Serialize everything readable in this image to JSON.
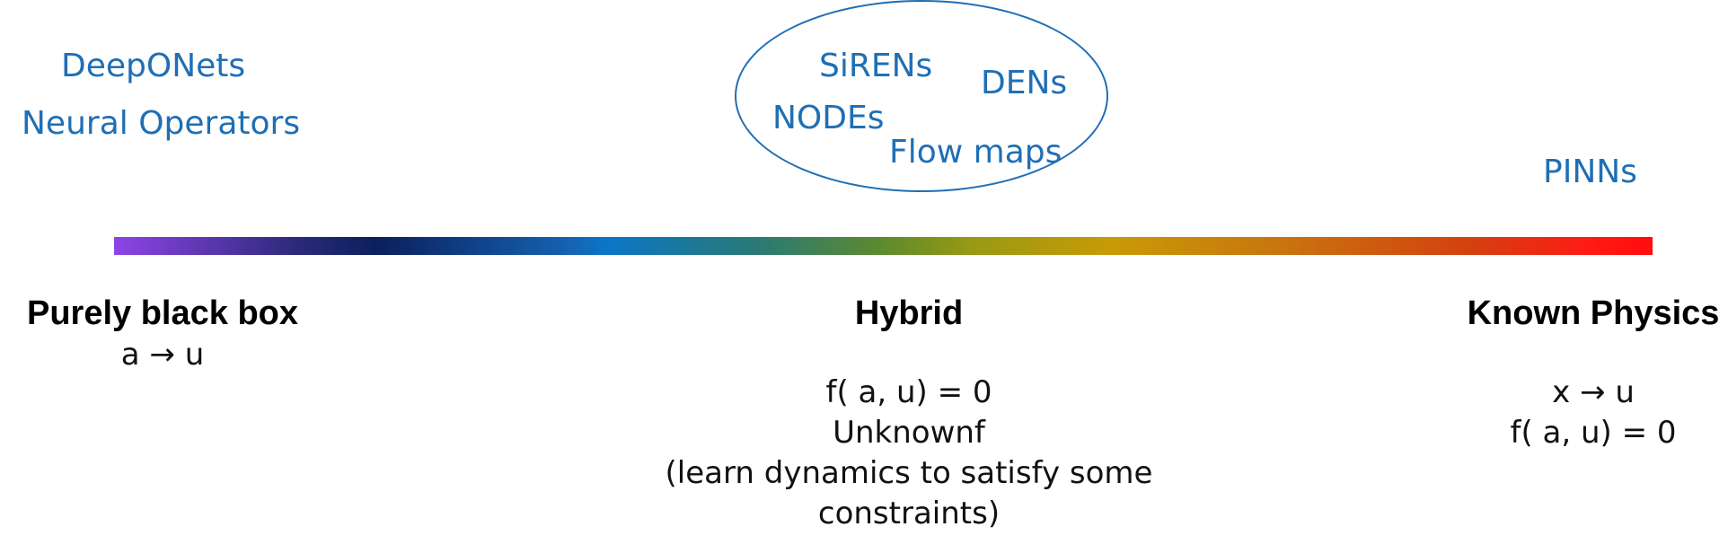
{
  "methods": {
    "deeponets": "DeepONets",
    "neural_operators": "Neural Operators",
    "sirens": "SiRENs",
    "dens": "DENs",
    "nodes": "NODEs",
    "flow_maps": "Flow maps",
    "pinns": "PINNs"
  },
  "colors": {
    "method_text": "#1f6fb5",
    "gradient_start": "#8e44e6",
    "gradient_end": "#ff0d0d"
  },
  "categories": {
    "black_box": {
      "title": "Purely black box",
      "lines": [
        "a → u"
      ]
    },
    "hybrid": {
      "title": "Hybrid",
      "lines": [
        "f( a, u) = 0",
        "Unknownf",
        "(learn dynamics to satisfy some",
        "constraints)"
      ]
    },
    "known_physics": {
      "title": "Known Physics",
      "lines": [
        "x → u",
        "f( a, u) = 0"
      ]
    }
  }
}
